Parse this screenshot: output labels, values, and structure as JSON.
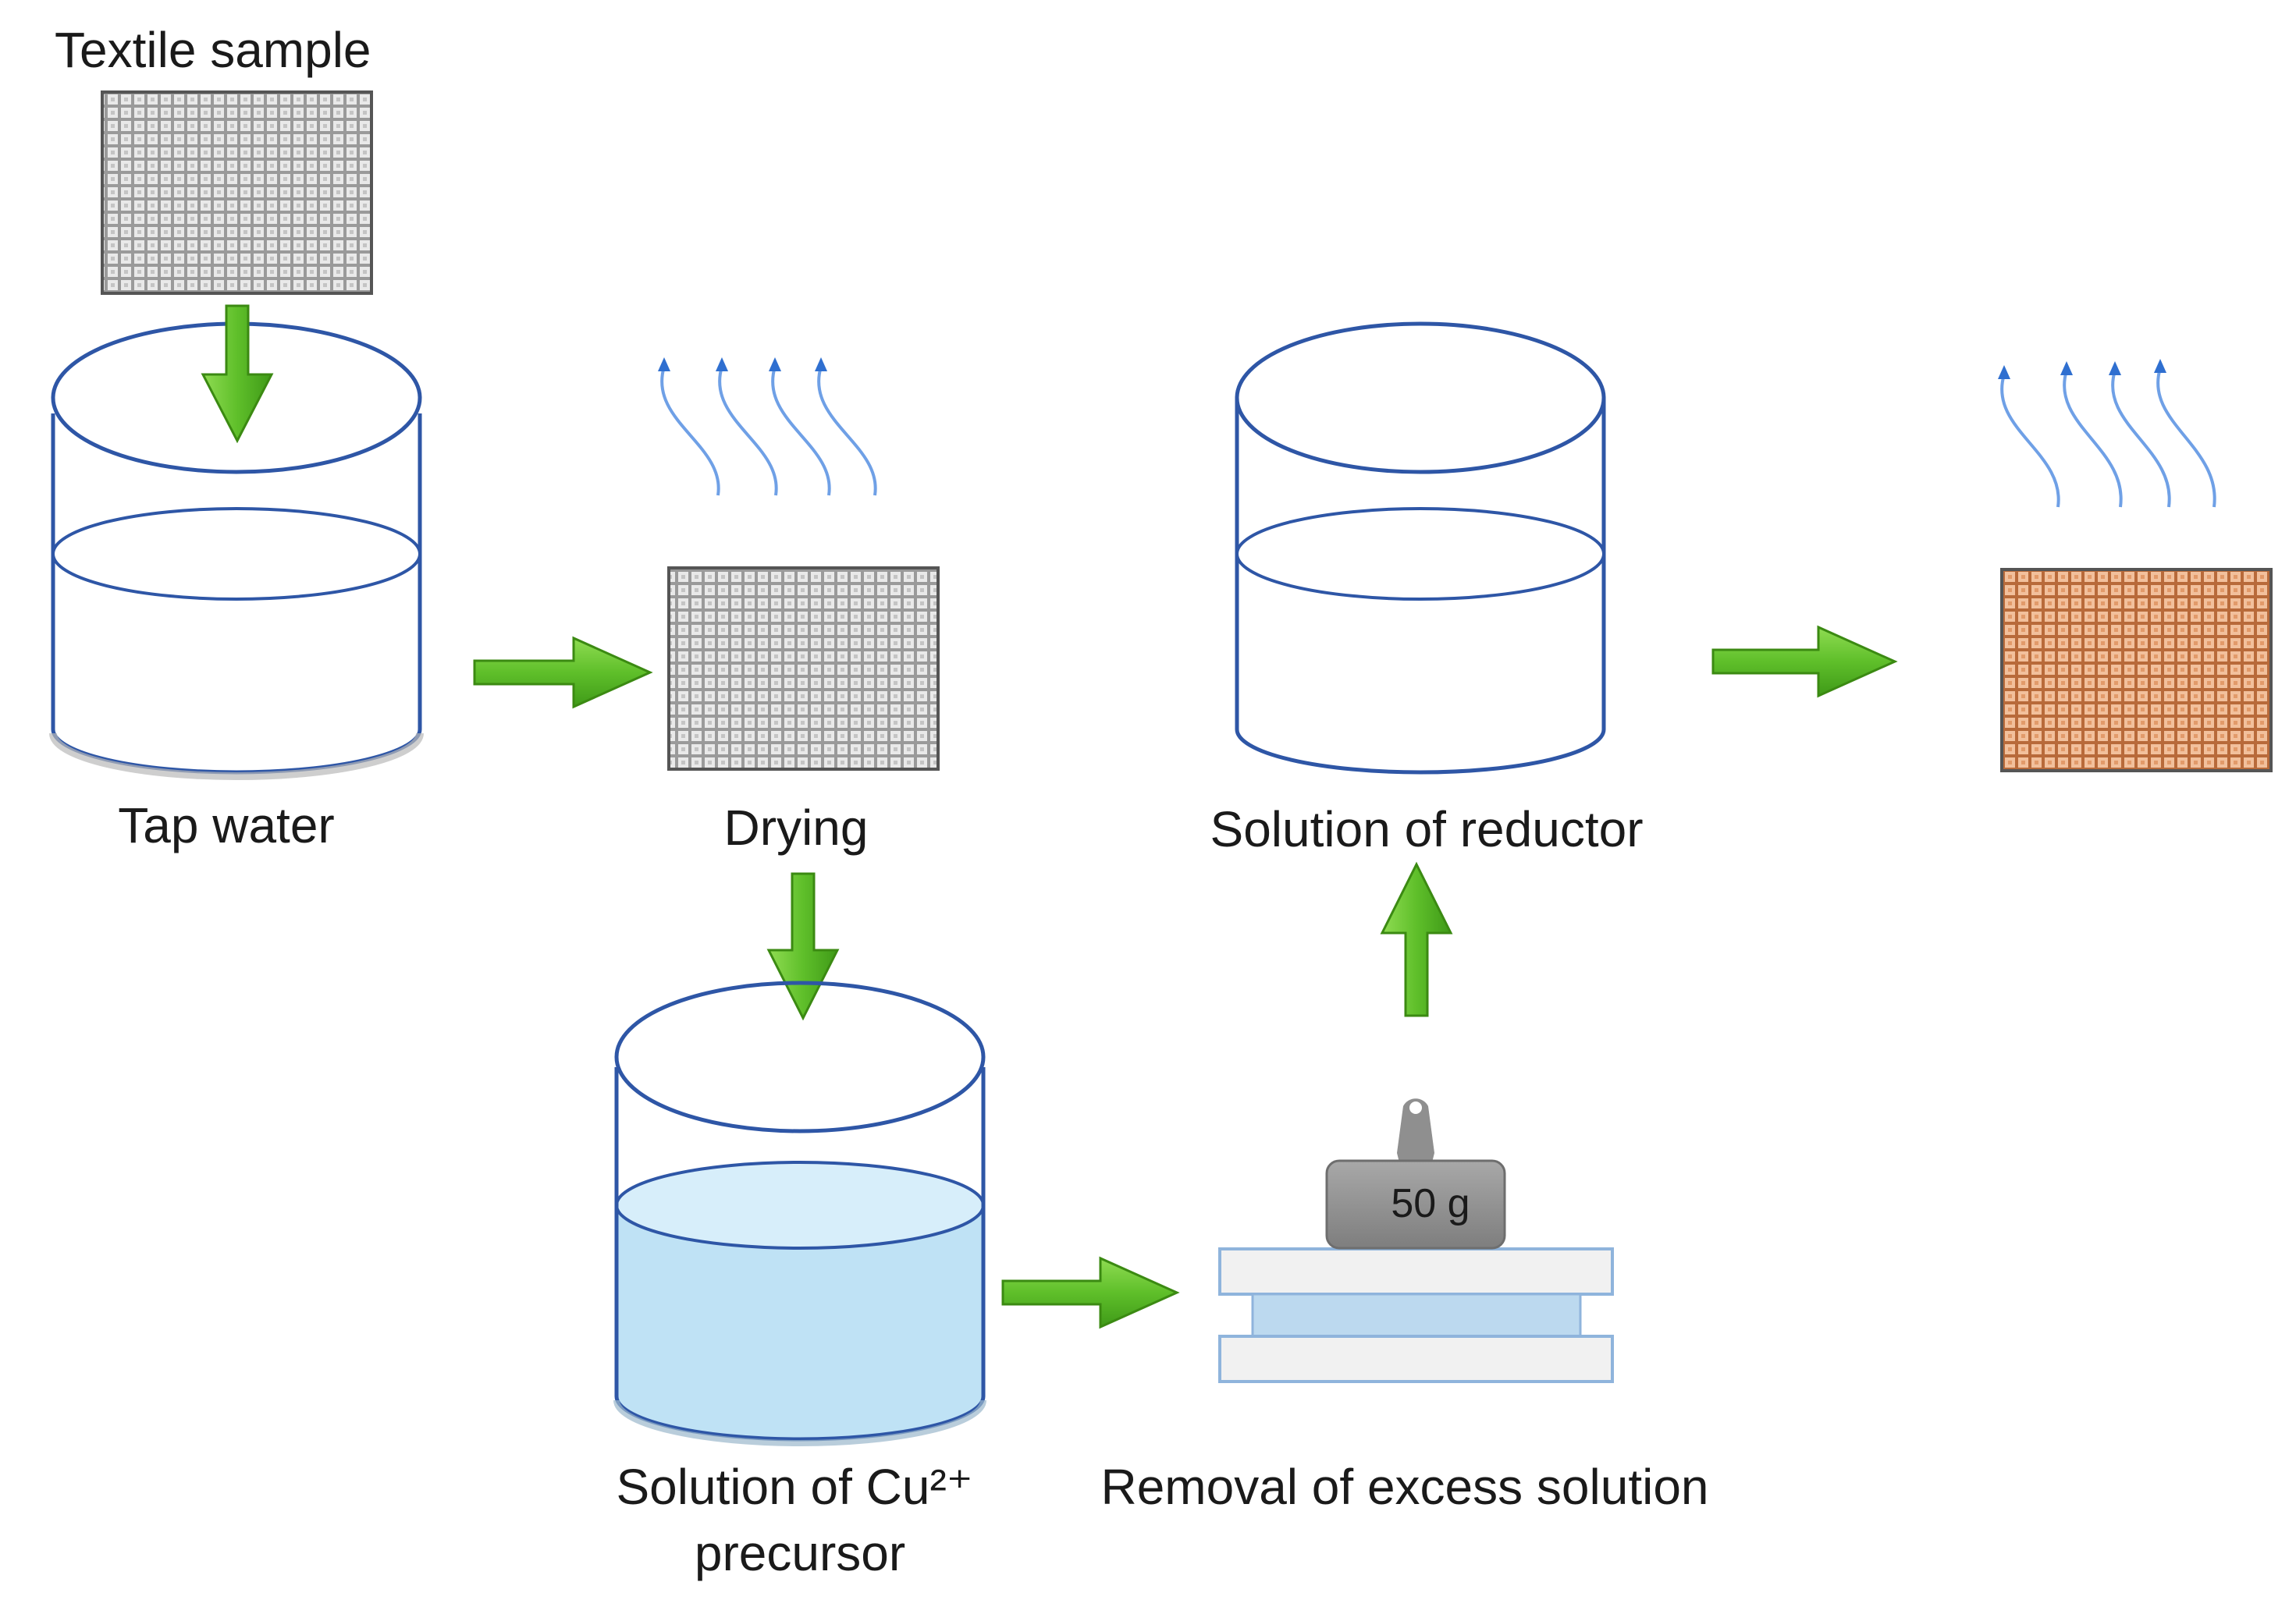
{
  "labels": {
    "textile_sample": "Textile sample",
    "tap_water": "Tap water",
    "drying": "Drying",
    "solution_reductor": "Solution of reductor",
    "solution_cu": "Solution of Cu²⁺",
    "precursor": "precursor",
    "removal": "Removal of excess solution",
    "weight": "50 g"
  },
  "colors": {
    "beaker_outline": "#2e56a6",
    "arrow_green": "#5fbf2a",
    "arrow_outline": "#3b8a12",
    "textile_gray": "#cfcfcf",
    "textile_copper": "#e7a77b",
    "cu_solution": "#bfe2f5",
    "vapor_blue": "#4f86d9",
    "weight_gray": "#8f8f8f"
  }
}
